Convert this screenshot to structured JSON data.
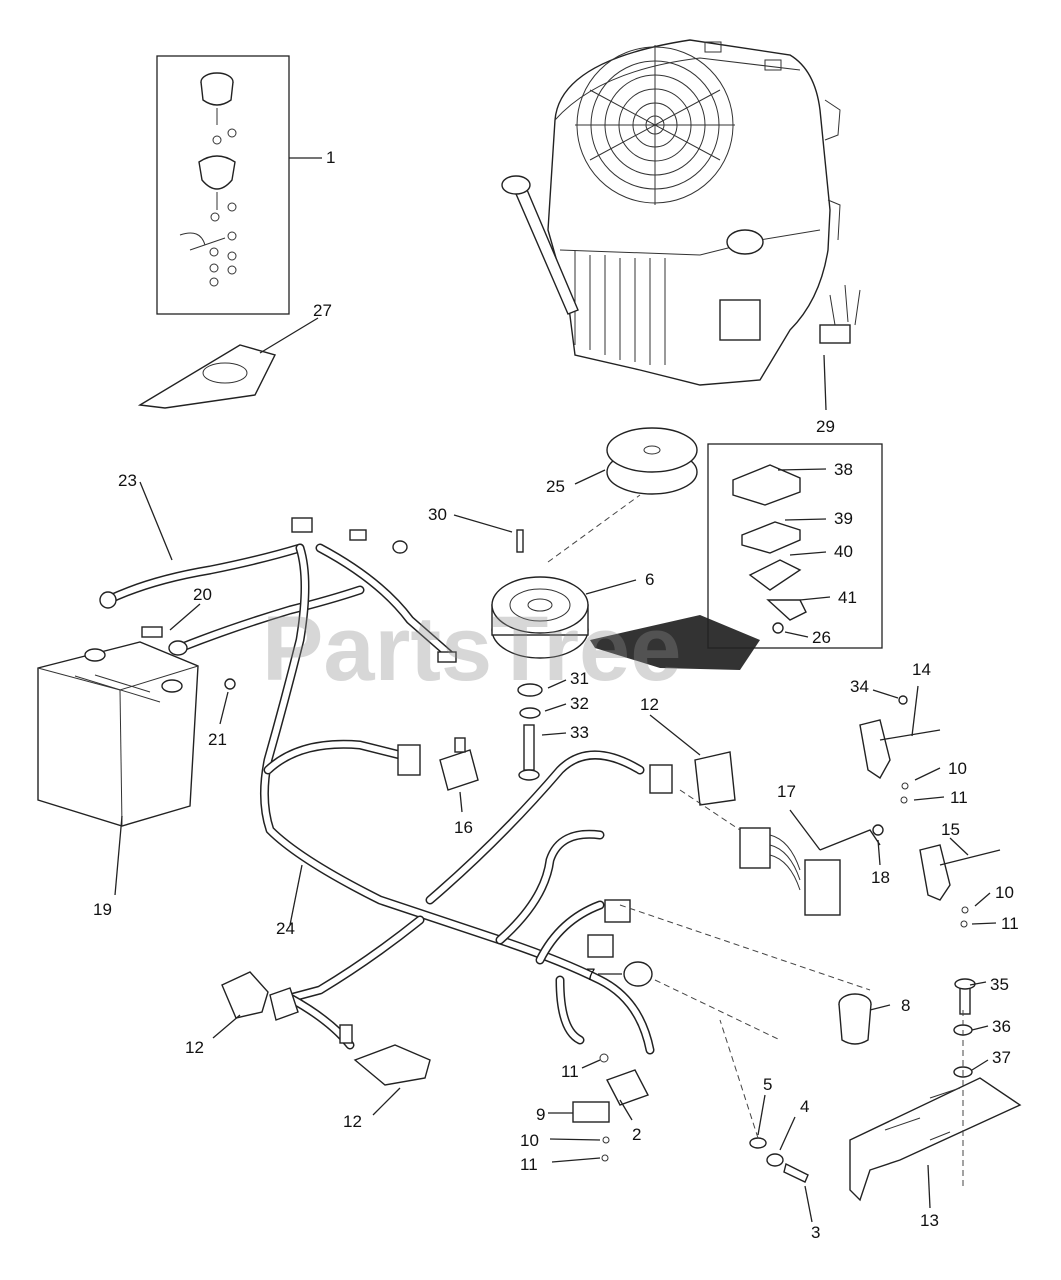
{
  "watermark": "PartsTree",
  "callouts": {
    "c1": "1",
    "c27": "27",
    "c29": "29",
    "c23": "23",
    "c20": "20",
    "c21": "21",
    "c19": "19",
    "c24": "24",
    "c25": "25",
    "c30": "30",
    "c6": "6",
    "c31": "31",
    "c32": "32",
    "c33": "33",
    "c38": "38",
    "c39": "39",
    "c40": "40",
    "c41": "41",
    "c26": "26",
    "c34": "34",
    "c14": "14",
    "c10a": "10",
    "c11a": "11",
    "c12a": "12",
    "c16": "16",
    "c17": "17",
    "c18": "18",
    "c15": "15",
    "c10b": "10",
    "c11b": "11",
    "c7": "7",
    "c8": "8",
    "c35": "35",
    "c36": "36",
    "c37": "37",
    "c12b": "12",
    "c12c": "12",
    "c11c": "11",
    "c9": "9",
    "c10c": "10",
    "c11d": "11",
    "c2": "2",
    "c5": "5",
    "c4": "4",
    "c3": "3",
    "c13": "13"
  }
}
